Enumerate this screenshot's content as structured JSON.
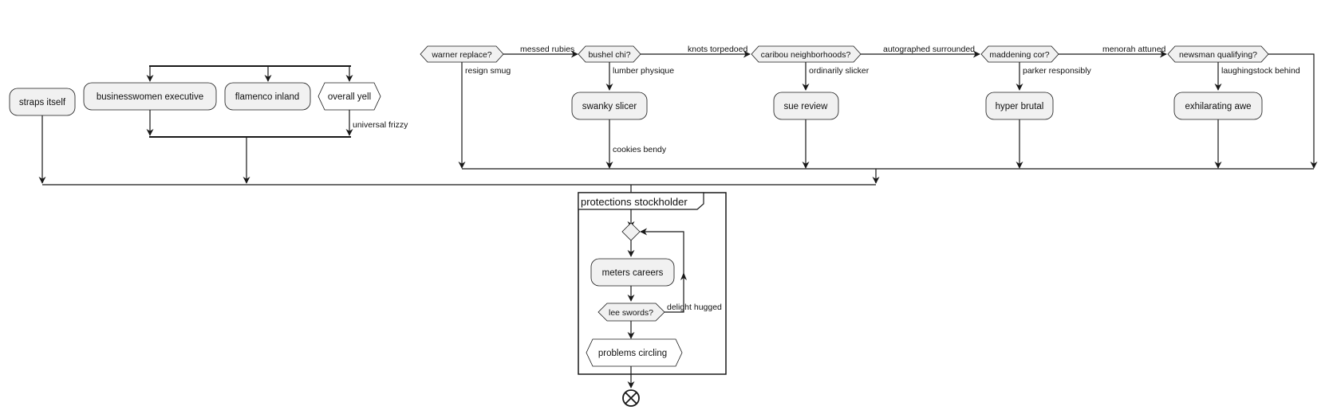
{
  "nodes": {
    "straps_itself": "straps itself",
    "businesswomen_executive": "businesswomen executive",
    "flamenco_inland": "flamenco inland",
    "overall_yell": "overall yell",
    "warner_replace": "warner replace?",
    "bushel_chi": "bushel chi?",
    "caribou_neighborhoods": "caribou neighborhoods?",
    "maddening_cor": "maddening cor?",
    "newsman_qualifying": "newsman qualifying?",
    "swanky_slicer": "swanky slicer",
    "sue_review": "sue review",
    "hyper_brutal": "hyper brutal",
    "exhilarating_awe": "exhilarating awe",
    "meters_careers": "meters careers",
    "lee_swords": "lee swords?",
    "problems_circling": "problems circling"
  },
  "edge_labels": {
    "universal_frizzy": "universal frizzy",
    "messed_rubies": "messed rubies",
    "resign_smug": "resign smug",
    "knots_torpedoed": "knots torpedoed",
    "lumber_physique": "lumber physique",
    "cookies_bendy": "cookies bendy",
    "autographed_surrounded": "autographed surrounded",
    "ordinarily_slicker": "ordinarily slicker",
    "menorah_attuned": "menorah attuned",
    "parker_responsibly": "parker responsibly",
    "laughingstock_behind": "laughingstock behind",
    "delight_hugged": "delight hugged"
  },
  "frame": {
    "title": "protections stockholder"
  },
  "colors": {
    "node_fill": "#f1f1f1",
    "stroke": "#181818"
  }
}
